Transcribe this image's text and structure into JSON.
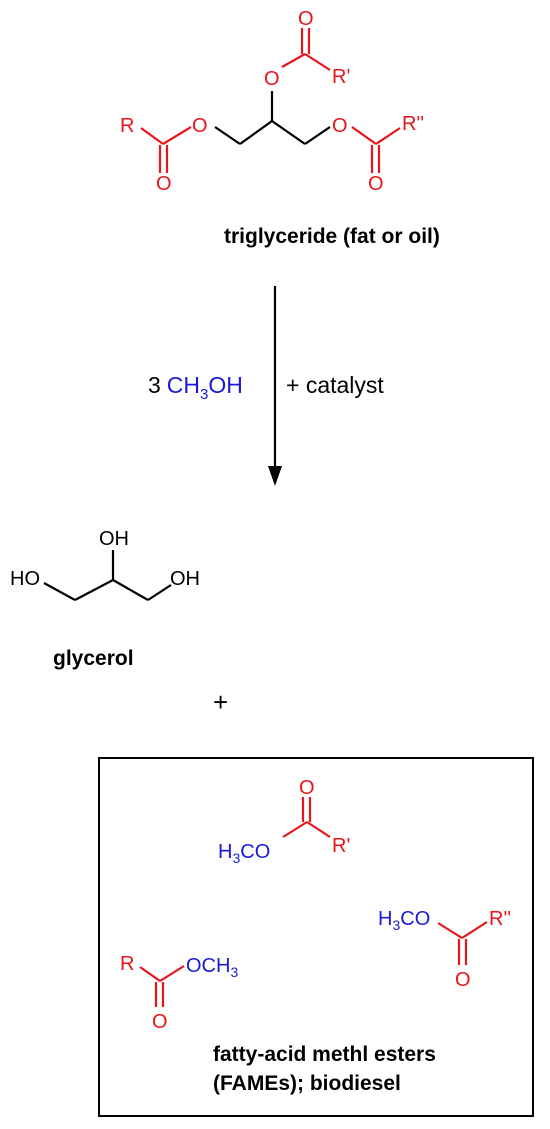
{
  "colors": {
    "ester": "#e8141c",
    "methyl": "#1a1ad6",
    "bond": "#000000"
  },
  "triglyceride": {
    "name": "triglyceride (fat or oil)",
    "atom_O": "O",
    "R1": "R",
    "R2": "R'",
    "R3": "R''"
  },
  "reagent": {
    "coefficient": "3",
    "methanol_main": "CH",
    "methanol_sub": "3",
    "methanol_end": "OH",
    "catalyst": "+ catalyst"
  },
  "glycerol": {
    "name": "glycerol",
    "OH_top": "OH",
    "HO_left": "HO",
    "OH_right": "OH"
  },
  "plus": "+",
  "fames": {
    "caption_line1": "fatty-acid methl esters",
    "caption_line2": "(FAMEs); biodiesel",
    "atom_O": "O",
    "H": "H",
    "three": "3",
    "CO": "CO",
    "OCH": "OCH",
    "R1": "R",
    "R2": "R'",
    "R3": "R''"
  }
}
